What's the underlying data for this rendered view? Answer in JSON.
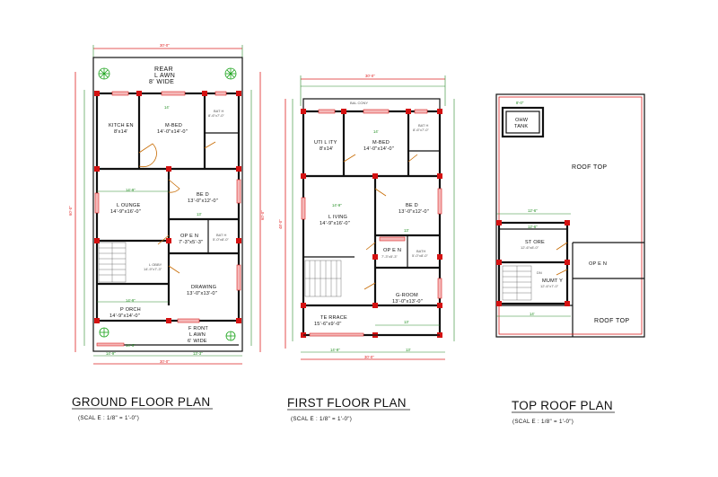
{
  "ground": {
    "title": "GROUND FLOOR PLAN",
    "scale": "(SCAL E :   1/8\"   =   1'-0\")",
    "rooms": {
      "rear_lawn": "REAR",
      "rear_lawn2": "L AWN",
      "rear_lawn3": "8'  WIDE",
      "kitchen": "KITCH EN",
      "kitchen_dim": "8'x14'",
      "mbed": "M-BED",
      "mbed_dim": "14'-0\"x14'-0\"",
      "bath": "BAT H",
      "bath_dim": "8'-6\"x7'-0\"",
      "bed": "BE D",
      "bed_dim": "13'-0\"x12'-0\"",
      "lounge": "L OUNGE",
      "lounge_dim": "14'-9\"x16'-0\"",
      "open": "OP E N",
      "open_dim": "7'-3\"x5'-3\"",
      "bath2": "BAT H",
      "bath2_dim": "5'-0\"x8'-0\"",
      "lobby": "L OBBY",
      "lobby_dim": "14'-9\"x7'-3\"",
      "drawing": "DRAWING",
      "drawing_dim": "13'-0\"x13'-0\"",
      "porch": "P ORCH",
      "porch_dim": "14'-9\"x14'-0\"",
      "front_lawn": "F RONT",
      "front_lawn2": "L AWN",
      "front_lawn3": "6'  WIDE"
    },
    "dims": {
      "top": "30'-0\"",
      "left": "60'-0\"",
      "right": "60'-0\"",
      "bottom": "30'-0\"",
      "bottom_a": "14'-9\"",
      "bottom_b": "13'-3\"",
      "w14": "14'",
      "w14b": "14'-9\"",
      "w13": "13'",
      "w14c": "14'-9\"",
      "w14d": "14'-6\""
    }
  },
  "first": {
    "title": "FIRST FLOOR PLAN",
    "scale": "(SCAL E :   1/8\"   =   1'-0\")",
    "rooms": {
      "balcony": "BAL CONY",
      "utility": "UTI L ITY",
      "utility_dim": "8'x14'",
      "mbed": "M-BED",
      "mbed_dim": "14'-0\"x14'-0\"",
      "bath": "BAT H",
      "bath_dim": "8'-6\"x7'-0\"",
      "living": "L IVING",
      "living_dim": "14'-9\"x16'-0\"",
      "bed": "BE D",
      "bed_dim": "13'-0\"x12'-0\"",
      "open": "OP E N",
      "open_dim": "7'-3\"x5'-3\"",
      "bath2": "BATH",
      "bath2_dim": "5'-0\"x8'-0\"",
      "groom": "G-ROOM",
      "groom_dim": "13'-0\"x13'-0\"",
      "terrace": "TE RRACE",
      "terrace_dim": "15'-6\"x9'-0\""
    },
    "dims": {
      "top": "30'-0\"",
      "left": "48'-0\"",
      "bottom": "30'-0\"",
      "bottom_a": "14'-9\"",
      "bottom_b": "13'",
      "w14": "14'",
      "w14b": "14'-9\"",
      "w13": "13'",
      "w13b": "13'"
    }
  },
  "roof": {
    "title": "TOP ROOF PLAN",
    "scale": "(SCAL E :   1/8\"   =   1'-0\")",
    "rooms": {
      "ohw": "OHW",
      "ohw2": "TANK",
      "ohw_dim": "8'-0\"",
      "rooftop1": "ROOF TOP",
      "rooftop2": "ROOF TOP",
      "open": "OP E N",
      "store": "ST ORE",
      "store_dim": "12'-6\"x8'-0\"",
      "mumty": "MUMT Y",
      "mumty_dim": "12'-6\"x7'-0\"",
      "dn": "DN"
    },
    "dims": {
      "top": "12'-6\"",
      "mid": "12'-6\"",
      "bottom": "14'"
    }
  },
  "colors": {
    "wall": "#111111",
    "dimension_red": "#d22222",
    "dimension_green": "#1e8c1e",
    "column": "#d41111",
    "door": "#c76a00"
  }
}
